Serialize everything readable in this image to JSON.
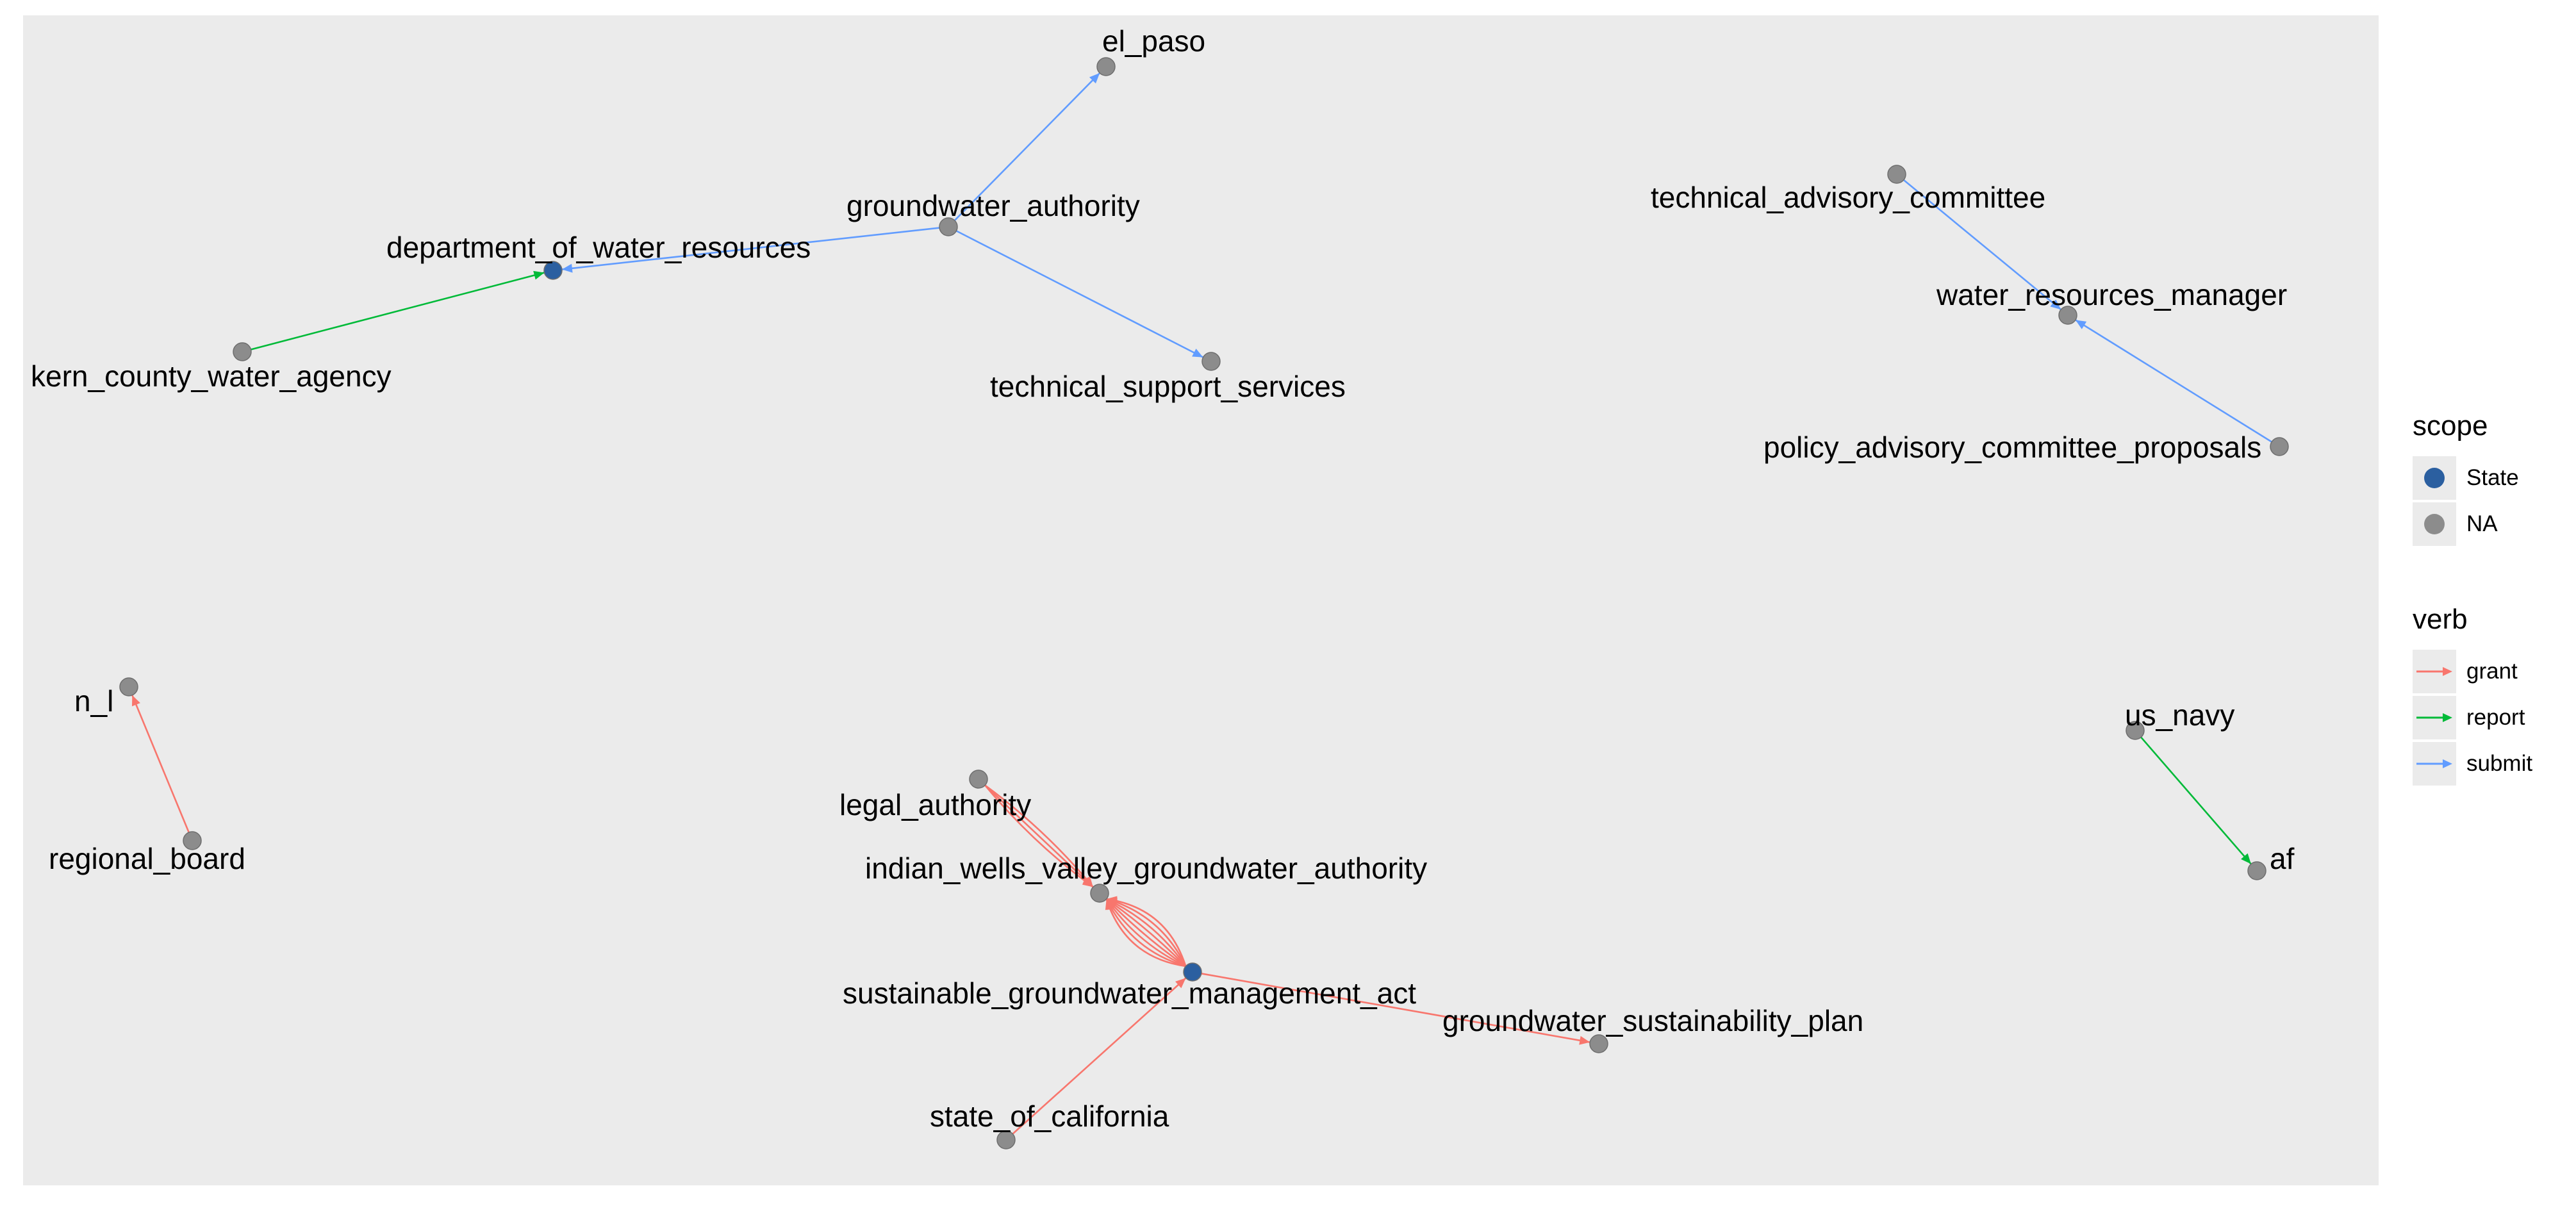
{
  "colors": {
    "panel_background": "#ebebeb",
    "node_state": "#2b5fa0",
    "node_na": "#8c8c8c",
    "verb_grant": "#f8766d",
    "verb_report": "#00ba38",
    "verb_submit": "#619cff"
  },
  "nodes": [
    {
      "id": "el_paso",
      "label": "el_paso",
      "scope": "NA"
    },
    {
      "id": "groundwater_authority",
      "label": "groundwater_authority",
      "scope": "NA"
    },
    {
      "id": "department_of_water_resources",
      "label": "department_of_water_resources",
      "scope": "State"
    },
    {
      "id": "kern_county_water_agency",
      "label": "kern_county_water_agency",
      "scope": "NA"
    },
    {
      "id": "technical_support_services",
      "label": "technical_support_services",
      "scope": "NA"
    },
    {
      "id": "technical_advisory_committee",
      "label": "technical_advisory_committee",
      "scope": "NA"
    },
    {
      "id": "water_resources_manager",
      "label": "water_resources_manager",
      "scope": "NA"
    },
    {
      "id": "policy_advisory_committee_proposals",
      "label": "policy_advisory_committee_proposals",
      "scope": "NA"
    },
    {
      "id": "n_l",
      "label": "n_l",
      "scope": "NA"
    },
    {
      "id": "regional_board",
      "label": "regional_board",
      "scope": "NA"
    },
    {
      "id": "legal_authority",
      "label": "legal_authority",
      "scope": "NA"
    },
    {
      "id": "indian_wells_valley_groundwater_authority",
      "label": "indian_wells_valley_groundwater_authority",
      "scope": "NA"
    },
    {
      "id": "sustainable_groundwater_management_act",
      "label": "sustainable_groundwater_management_act",
      "scope": "State"
    },
    {
      "id": "groundwater_sustainability_plan",
      "label": "groundwater_sustainability_plan",
      "scope": "NA"
    },
    {
      "id": "state_of_california",
      "label": "state_of_california",
      "scope": "NA"
    },
    {
      "id": "us_navy",
      "label": "us_navy",
      "scope": "NA"
    },
    {
      "id": "af",
      "label": "af",
      "scope": "NA"
    }
  ],
  "edges": [
    {
      "from": "groundwater_authority",
      "to": "el_paso",
      "verb": "submit"
    },
    {
      "from": "groundwater_authority",
      "to": "department_of_water_resources",
      "verb": "submit"
    },
    {
      "from": "groundwater_authority",
      "to": "technical_support_services",
      "verb": "submit"
    },
    {
      "from": "kern_county_water_agency",
      "to": "department_of_water_resources",
      "verb": "report"
    },
    {
      "from": "technical_advisory_committee",
      "to": "water_resources_manager",
      "verb": "submit"
    },
    {
      "from": "policy_advisory_committee_proposals",
      "to": "water_resources_manager",
      "verb": "submit"
    },
    {
      "from": "regional_board",
      "to": "n_l",
      "verb": "grant"
    },
    {
      "from": "us_navy",
      "to": "af",
      "verb": "report"
    },
    {
      "from": "legal_authority",
      "to": "indian_wells_valley_groundwater_authority",
      "verb": "grant"
    },
    {
      "from": "legal_authority",
      "to": "indian_wells_valley_groundwater_authority",
      "verb": "grant"
    },
    {
      "from": "legal_authority",
      "to": "indian_wells_valley_groundwater_authority",
      "verb": "grant"
    },
    {
      "from": "sustainable_groundwater_management_act",
      "to": "indian_wells_valley_groundwater_authority",
      "verb": "grant"
    },
    {
      "from": "sustainable_groundwater_management_act",
      "to": "indian_wells_valley_groundwater_authority",
      "verb": "grant"
    },
    {
      "from": "sustainable_groundwater_management_act",
      "to": "indian_wells_valley_groundwater_authority",
      "verb": "grant"
    },
    {
      "from": "sustainable_groundwater_management_act",
      "to": "indian_wells_valley_groundwater_authority",
      "verb": "grant"
    },
    {
      "from": "sustainable_groundwater_management_act",
      "to": "indian_wells_valley_groundwater_authority",
      "verb": "grant"
    },
    {
      "from": "sustainable_groundwater_management_act",
      "to": "indian_wells_valley_groundwater_authority",
      "verb": "grant"
    },
    {
      "from": "sustainable_groundwater_management_act",
      "to": "indian_wells_valley_groundwater_authority",
      "verb": "grant"
    },
    {
      "from": "sustainable_groundwater_management_act",
      "to": "indian_wells_valley_groundwater_authority",
      "verb": "grant"
    },
    {
      "from": "sustainable_groundwater_management_act",
      "to": "groundwater_sustainability_plan",
      "verb": "grant"
    },
    {
      "from": "state_of_california",
      "to": "sustainable_groundwater_management_act",
      "verb": "grant"
    }
  ],
  "legend": {
    "scope_title": "scope",
    "scope_items": [
      {
        "label": "State",
        "color": "#2b5fa0"
      },
      {
        "label": "NA",
        "color": "#8c8c8c"
      }
    ],
    "verb_title": "verb",
    "verb_items": [
      {
        "label": "grant",
        "color": "#f8766d"
      },
      {
        "label": "report",
        "color": "#00ba38"
      },
      {
        "label": "submit",
        "color": "#619cff"
      }
    ]
  }
}
